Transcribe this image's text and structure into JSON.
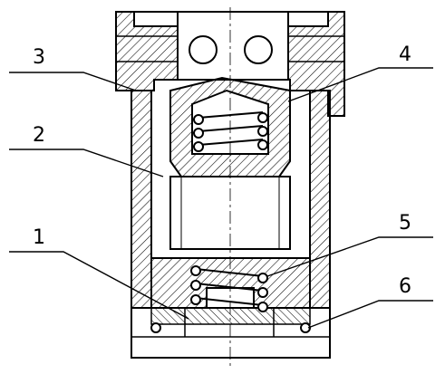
{
  "drawing": {
    "title": "",
    "callouts": [
      {
        "label": "1",
        "part": "body"
      },
      {
        "label": "2",
        "part": "valve"
      },
      {
        "label": "3",
        "part": "cap"
      },
      {
        "label": "4",
        "part": "upper-spring"
      },
      {
        "label": "5",
        "part": "lower-spring"
      },
      {
        "label": "6",
        "part": "o-ring"
      }
    ]
  }
}
